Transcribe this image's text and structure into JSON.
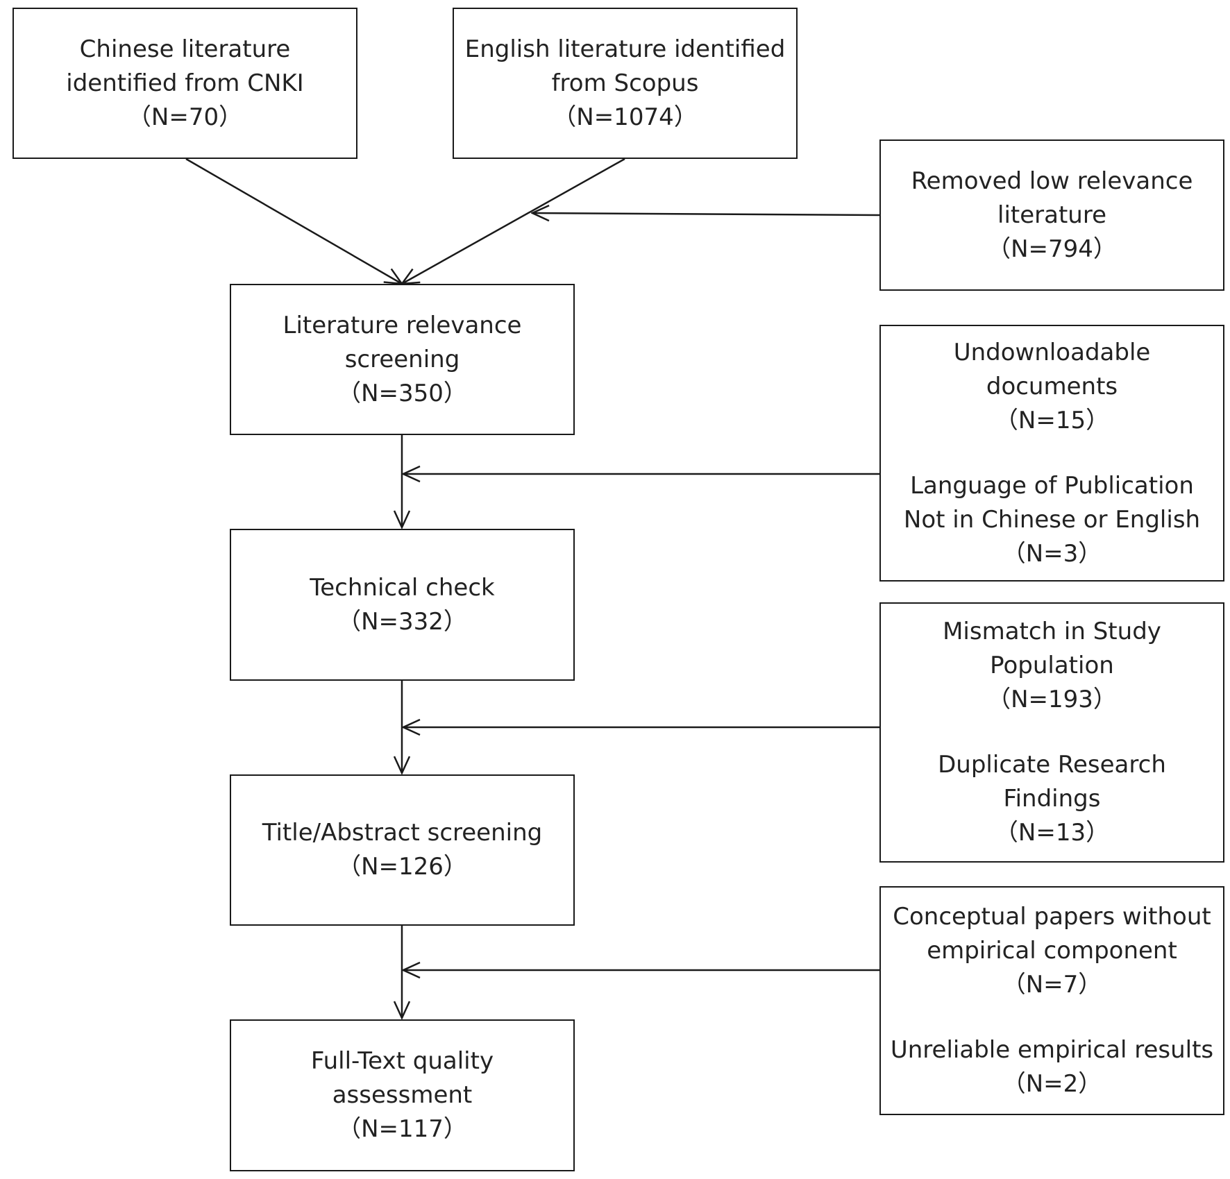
{
  "boxes": {
    "cnki": {
      "label": "Chinese literature\nidentified from CNKI",
      "count": "（N=70）"
    },
    "scopus": {
      "label": "English literature identified\nfrom Scopus",
      "count": "（N=1074）"
    },
    "relevance": {
      "label": "Literature relevance\nscreening",
      "count": "（N=350）"
    },
    "technical": {
      "label": "Technical check",
      "count": "（N=332）"
    },
    "title_abstract": {
      "label": "Title/Abstract screening",
      "count": "（N=126）"
    },
    "fulltext": {
      "label": "Full-Text quality\nassessment",
      "count": "（N=117）"
    }
  },
  "exclusions": {
    "low_relevance": {
      "label": "Removed low relevance\nliterature",
      "count": "（N=794）"
    },
    "undownloadable": {
      "label": "Undownloadable\ndocuments",
      "count": "（N=15）"
    },
    "language": {
      "label": "Language of Publication\nNot in Chinese or English",
      "count": "（N=3）"
    },
    "mismatch": {
      "label": "Mismatch in Study\nPopulation",
      "count": "（N=193）"
    },
    "duplicate": {
      "label": "Duplicate Research\nFindings",
      "count": "（N=13）"
    },
    "conceptual": {
      "label": "Conceptual papers without\nempirical component",
      "count": "（N=7）"
    },
    "unreliable": {
      "label": "Unreliable empirical results",
      "count": "（N=2）"
    }
  }
}
